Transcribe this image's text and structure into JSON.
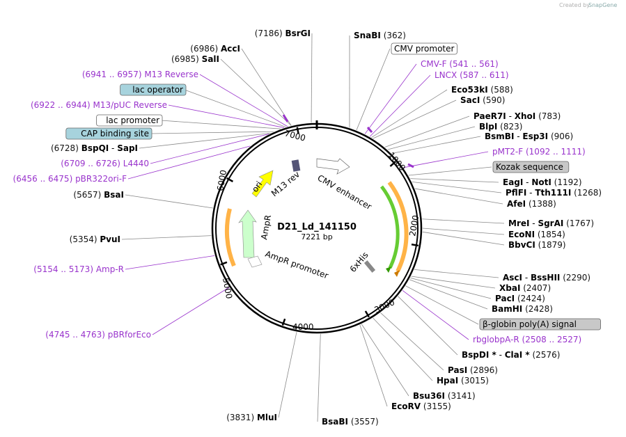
{
  "credit": "Created by",
  "credit_brand": "SnapGene",
  "map": {
    "name": "D21_Ld_141150",
    "size_label": "7221 bp",
    "total_bp": 7221
  },
  "ticks": [
    "1000",
    "2000",
    "3000",
    "4000",
    "5000",
    "6000",
    "7000"
  ],
  "inner_features": [
    {
      "label": "ori"
    },
    {
      "label": "AmpR"
    },
    {
      "label": "AmpR promoter"
    },
    {
      "label": "M13 rev"
    },
    {
      "label": "CMV enhancer"
    },
    {
      "label": "6xHis"
    }
  ],
  "right_labels": [
    {
      "kind": "enzyme",
      "parts": [
        "SnaBI"
      ],
      "pos": "(362)"
    },
    {
      "kind": "box",
      "text": "CMV promoter"
    },
    {
      "kind": "primer",
      "text": "CMV-F",
      "range": "(541 .. 561)"
    },
    {
      "kind": "primer",
      "text": "LNCX",
      "range": "(587 .. 611)"
    },
    {
      "kind": "enzyme",
      "parts": [
        "Eco53kI"
      ],
      "pos": "(588)"
    },
    {
      "kind": "enzyme",
      "parts": [
        "SacI"
      ],
      "pos": "(590)"
    },
    {
      "kind": "enzyme",
      "parts": [
        "PaeR7I",
        "XhoI"
      ],
      "pos": "(783)"
    },
    {
      "kind": "enzyme",
      "parts": [
        "BlpI"
      ],
      "pos": "(823)"
    },
    {
      "kind": "enzyme",
      "parts": [
        "BsmBI",
        "Esp3I"
      ],
      "pos": "(906)"
    },
    {
      "kind": "primer",
      "text": "pMT2-F",
      "range": "(1092 .. 1111)"
    },
    {
      "kind": "box",
      "text": "Kozak sequence"
    },
    {
      "kind": "enzyme",
      "parts": [
        "EagI",
        "NotI"
      ],
      "pos": "(1192)"
    },
    {
      "kind": "enzyme",
      "parts": [
        "PflFI",
        "Tth111I"
      ],
      "pos": "(1268)"
    },
    {
      "kind": "enzyme",
      "parts": [
        "AfeI"
      ],
      "pos": "(1388)"
    },
    {
      "kind": "enzyme",
      "parts": [
        "MreI",
        "SgrAI"
      ],
      "pos": "(1767)"
    },
    {
      "kind": "enzyme",
      "parts": [
        "EcoNI"
      ],
      "pos": "(1854)"
    },
    {
      "kind": "enzyme",
      "parts": [
        "BbvCI"
      ],
      "pos": "(1879)"
    },
    {
      "kind": "enzyme",
      "parts": [
        "AscI",
        "BssHII"
      ],
      "pos": "(2290)"
    },
    {
      "kind": "enzyme",
      "parts": [
        "XbaI"
      ],
      "pos": "(2407)"
    },
    {
      "kind": "enzyme",
      "parts": [
        "PacI"
      ],
      "pos": "(2424)"
    },
    {
      "kind": "enzyme",
      "parts": [
        "BamHI"
      ],
      "pos": "(2428)"
    },
    {
      "kind": "box",
      "text": "β-globin poly(A) signal"
    },
    {
      "kind": "primer",
      "text": "rbglobpA-R",
      "range": "(2508 .. 2527)"
    },
    {
      "kind": "enzyme",
      "parts": [
        "BspDI *",
        "ClaI *"
      ],
      "pos": "(2576)"
    },
    {
      "kind": "enzyme",
      "parts": [
        "PasI"
      ],
      "pos": "(2896)"
    },
    {
      "kind": "enzyme",
      "parts": [
        "HpaI"
      ],
      "pos": "(3015)"
    },
    {
      "kind": "enzyme",
      "parts": [
        "Bsu36I"
      ],
      "pos": "(3141)"
    },
    {
      "kind": "enzyme",
      "parts": [
        "EcoRV"
      ],
      "pos": "(3155)"
    },
    {
      "kind": "enzyme",
      "parts": [
        "BsaBI"
      ],
      "pos": "(3557)"
    }
  ],
  "left_labels": [
    {
      "kind": "enzyme",
      "parts": [
        "BsrGI"
      ],
      "pos": "(7186)"
    },
    {
      "kind": "enzyme",
      "parts": [
        "AccI"
      ],
      "pos": "(6986)"
    },
    {
      "kind": "enzyme",
      "parts": [
        "SalI"
      ],
      "pos": "(6985)"
    },
    {
      "kind": "primer",
      "text": "M13 Reverse",
      "range": "(6941 .. 6957)"
    },
    {
      "kind": "box",
      "text": "lac operator"
    },
    {
      "kind": "primer",
      "text": "M13/pUC Reverse",
      "range": "(6922 .. 6944)"
    },
    {
      "kind": "box",
      "text": "lac promoter"
    },
    {
      "kind": "box",
      "text": "CAP binding site"
    },
    {
      "kind": "enzyme",
      "parts": [
        "BspQI",
        "SapI"
      ],
      "pos": "(6728)"
    },
    {
      "kind": "primer",
      "text": "L4440",
      "range": "(6709 .. 6726)"
    },
    {
      "kind": "primer",
      "text": "pBR322ori-F",
      "range": "(6456 .. 6475)"
    },
    {
      "kind": "enzyme",
      "parts": [
        "BsaI"
      ],
      "pos": "(5657)"
    },
    {
      "kind": "enzyme",
      "parts": [
        "PvuI"
      ],
      "pos": "(5354)"
    },
    {
      "kind": "primer",
      "text": "Amp-R",
      "range": "(5154 .. 5173)"
    },
    {
      "kind": "primer",
      "text": "pBRforEco",
      "range": "(4745 .. 4763)"
    },
    {
      "kind": "enzyme",
      "parts": [
        "MluI"
      ],
      "pos": "(3831)"
    }
  ],
  "colors": {
    "primer": "#9933cc",
    "ori": "#ffff00",
    "ampr": "#ccffcc",
    "cds_orange": "#ffb347",
    "cds_green": "#66cc33",
    "box_blue": "#a7d3dd",
    "box_gray": "#c8c8c8",
    "ring": "#000000"
  }
}
